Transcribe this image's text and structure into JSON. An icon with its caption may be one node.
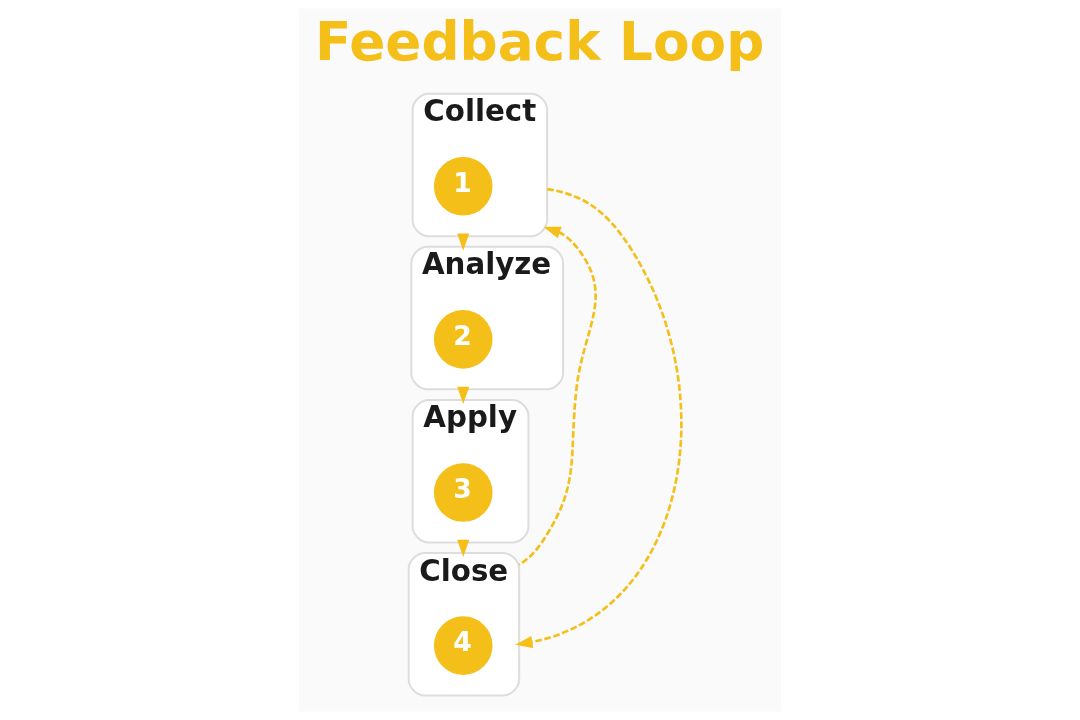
{
  "diagram": {
    "title": "Feedback Loop",
    "nodes": [
      {
        "text": [
          "Collect"
        ]
      },
      {
        "text": [
          "1"
        ],
        "in": 0
      },
      {
        "text": [
          "Analyze"
        ]
      },
      {
        "text": [
          "2"
        ],
        "in": 2
      },
      {
        "text": [
          "Apply"
        ]
      },
      {
        "text": [
          "3"
        ],
        "in": 4
      },
      {
        "text": [
          "Close"
        ]
      },
      {
        "text": [
          "4"
        ],
        "in": 6
      }
    ],
    "edges": [
      {
        "from": 0,
        "to": 2,
        "arrow": "to"
      },
      {
        "from": 2,
        "to": 4,
        "arrow": "to"
      },
      {
        "from": 4,
        "to": 6,
        "arrow": "to"
      },
      {
        "from": 6,
        "to": 0,
        "arrow": "to",
        "style": "dashed"
      },
      {
        "from": 0,
        "to": 6,
        "arrow": "to",
        "style": "dashed"
      }
    ]
  }
}
